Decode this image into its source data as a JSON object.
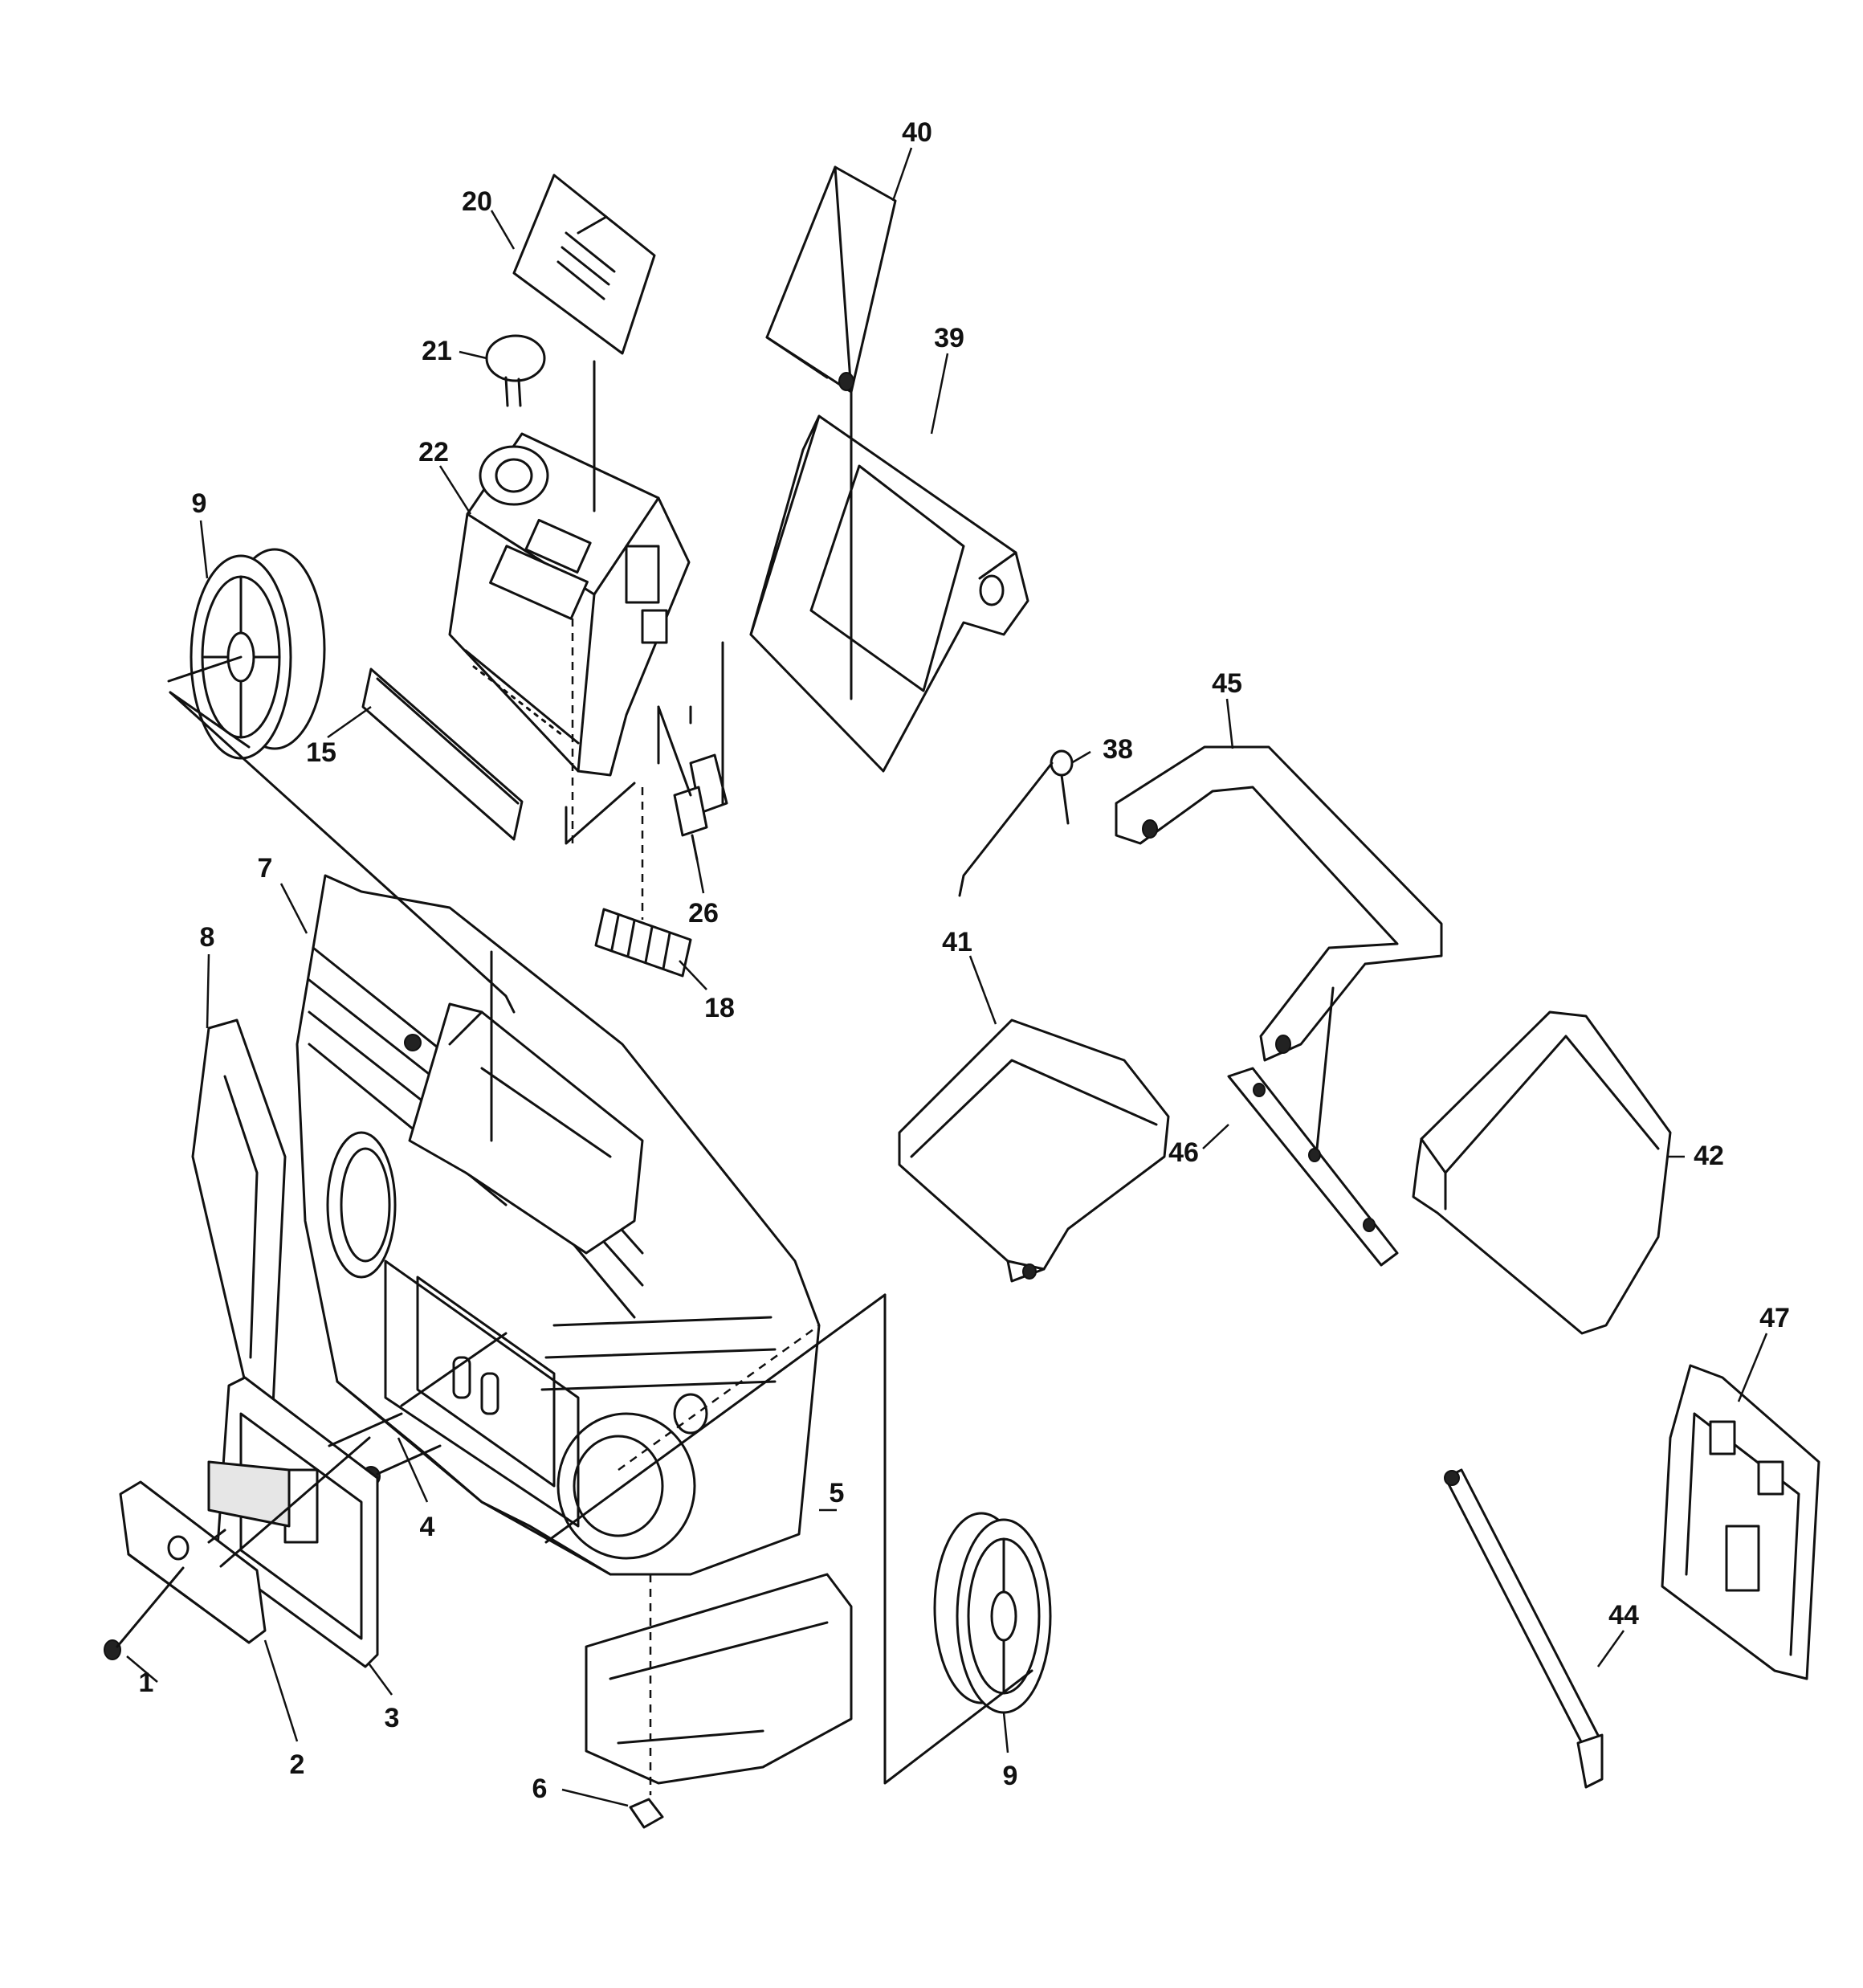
{
  "callouts": [
    {
      "id": "c1",
      "text": "1"
    },
    {
      "id": "c2",
      "text": "2"
    },
    {
      "id": "c3",
      "text": "3"
    },
    {
      "id": "c4",
      "text": "4"
    },
    {
      "id": "c5",
      "text": "5"
    },
    {
      "id": "c6",
      "text": "6"
    },
    {
      "id": "c7",
      "text": "7"
    },
    {
      "id": "c8",
      "text": "8"
    },
    {
      "id": "c9a",
      "text": "9"
    },
    {
      "id": "c9b",
      "text": "9"
    },
    {
      "id": "c15",
      "text": "15"
    },
    {
      "id": "c18",
      "text": "18"
    },
    {
      "id": "c20",
      "text": "20"
    },
    {
      "id": "c21",
      "text": "21"
    },
    {
      "id": "c22",
      "text": "22"
    },
    {
      "id": "c26",
      "text": "26"
    },
    {
      "id": "c38",
      "text": "38"
    },
    {
      "id": "c39",
      "text": "39"
    },
    {
      "id": "c40",
      "text": "40"
    },
    {
      "id": "c41",
      "text": "41"
    },
    {
      "id": "c42",
      "text": "42"
    },
    {
      "id": "c44",
      "text": "44"
    },
    {
      "id": "c45",
      "text": "45"
    },
    {
      "id": "c46",
      "text": "46"
    },
    {
      "id": "c47",
      "text": "47"
    }
  ]
}
